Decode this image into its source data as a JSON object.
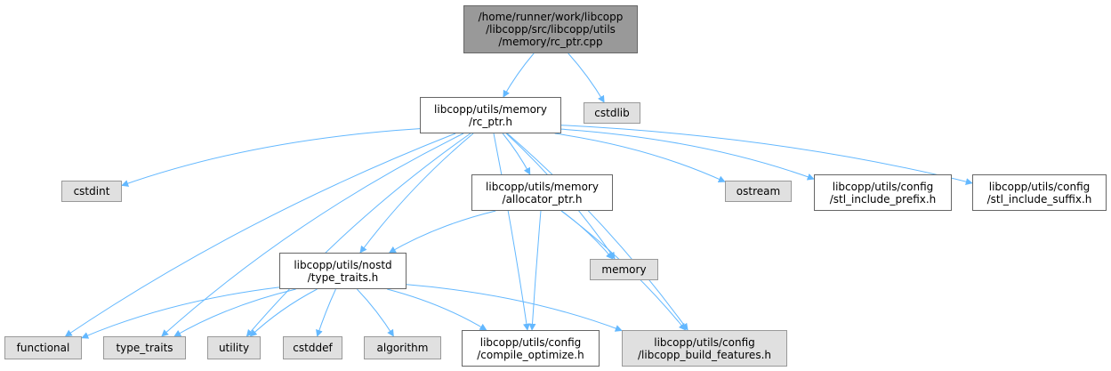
{
  "colors": {
    "edge": "#63b8ff",
    "focus_fill": "#999999",
    "file_fill": "#ffffff",
    "ext_fill": "#e0e0e0",
    "border": "#666666",
    "ext_border": "#999999"
  },
  "nodes": {
    "rc_ptr_cpp": {
      "lines": [
        "/home/runner/work/libcopp",
        "/libcopp/src/libcopp/utils",
        "/memory/rc_ptr.cpp"
      ],
      "kind": "focus"
    },
    "rc_ptr_h": {
      "lines": [
        "libcopp/utils/memory",
        "/rc_ptr.h"
      ],
      "kind": "file"
    },
    "cstdlib": {
      "lines": [
        "cstdlib"
      ],
      "kind": "ext"
    },
    "cstdint": {
      "lines": [
        "cstdint"
      ],
      "kind": "ext"
    },
    "allocator_ptr_h": {
      "lines": [
        "libcopp/utils/memory",
        "/allocator_ptr.h"
      ],
      "kind": "file"
    },
    "ostream": {
      "lines": [
        "ostream"
      ],
      "kind": "ext"
    },
    "stl_include_prefix_h": {
      "lines": [
        "libcopp/utils/config",
        "/stl_include_prefix.h"
      ],
      "kind": "file"
    },
    "stl_include_suffix_h": {
      "lines": [
        "libcopp/utils/config",
        "/stl_include_suffix.h"
      ],
      "kind": "file"
    },
    "type_traits_h": {
      "lines": [
        "libcopp/utils/nostd",
        "/type_traits.h"
      ],
      "kind": "file"
    },
    "memory": {
      "lines": [
        "memory"
      ],
      "kind": "ext"
    },
    "functional": {
      "lines": [
        "functional"
      ],
      "kind": "ext"
    },
    "type_traits": {
      "lines": [
        "type_traits"
      ],
      "kind": "ext"
    },
    "utility": {
      "lines": [
        "utility"
      ],
      "kind": "ext"
    },
    "cstddef": {
      "lines": [
        "cstddef"
      ],
      "kind": "ext"
    },
    "algorithm": {
      "lines": [
        "algorithm"
      ],
      "kind": "ext"
    },
    "compile_optimize_h": {
      "lines": [
        "libcopp/utils/config",
        "/compile_optimize.h"
      ],
      "kind": "file"
    },
    "libcopp_build_features_h": {
      "lines": [
        "libcopp/utils/config",
        "/libcopp_build_features.h"
      ],
      "kind": "ext"
    }
  },
  "edges": [
    [
      "rc_ptr_cpp",
      "rc_ptr_h"
    ],
    [
      "rc_ptr_cpp",
      "cstdlib"
    ],
    [
      "rc_ptr_h",
      "cstdint"
    ],
    [
      "rc_ptr_h",
      "functional"
    ],
    [
      "rc_ptr_h",
      "type_traits"
    ],
    [
      "rc_ptr_h",
      "utility"
    ],
    [
      "rc_ptr_h",
      "type_traits_h"
    ],
    [
      "rc_ptr_h",
      "compile_optimize_h"
    ],
    [
      "rc_ptr_h",
      "allocator_ptr_h"
    ],
    [
      "rc_ptr_h",
      "memory"
    ],
    [
      "rc_ptr_h",
      "libcopp_build_features_h"
    ],
    [
      "rc_ptr_h",
      "ostream"
    ],
    [
      "rc_ptr_h",
      "stl_include_prefix_h"
    ],
    [
      "rc_ptr_h",
      "stl_include_suffix_h"
    ],
    [
      "allocator_ptr_h",
      "type_traits_h"
    ],
    [
      "allocator_ptr_h",
      "memory"
    ],
    [
      "allocator_ptr_h",
      "compile_optimize_h"
    ],
    [
      "allocator_ptr_h",
      "libcopp_build_features_h"
    ],
    [
      "type_traits_h",
      "functional"
    ],
    [
      "type_traits_h",
      "type_traits"
    ],
    [
      "type_traits_h",
      "utility"
    ],
    [
      "type_traits_h",
      "cstddef"
    ],
    [
      "type_traits_h",
      "algorithm"
    ],
    [
      "type_traits_h",
      "compile_optimize_h"
    ],
    [
      "type_traits_h",
      "libcopp_build_features_h"
    ]
  ]
}
